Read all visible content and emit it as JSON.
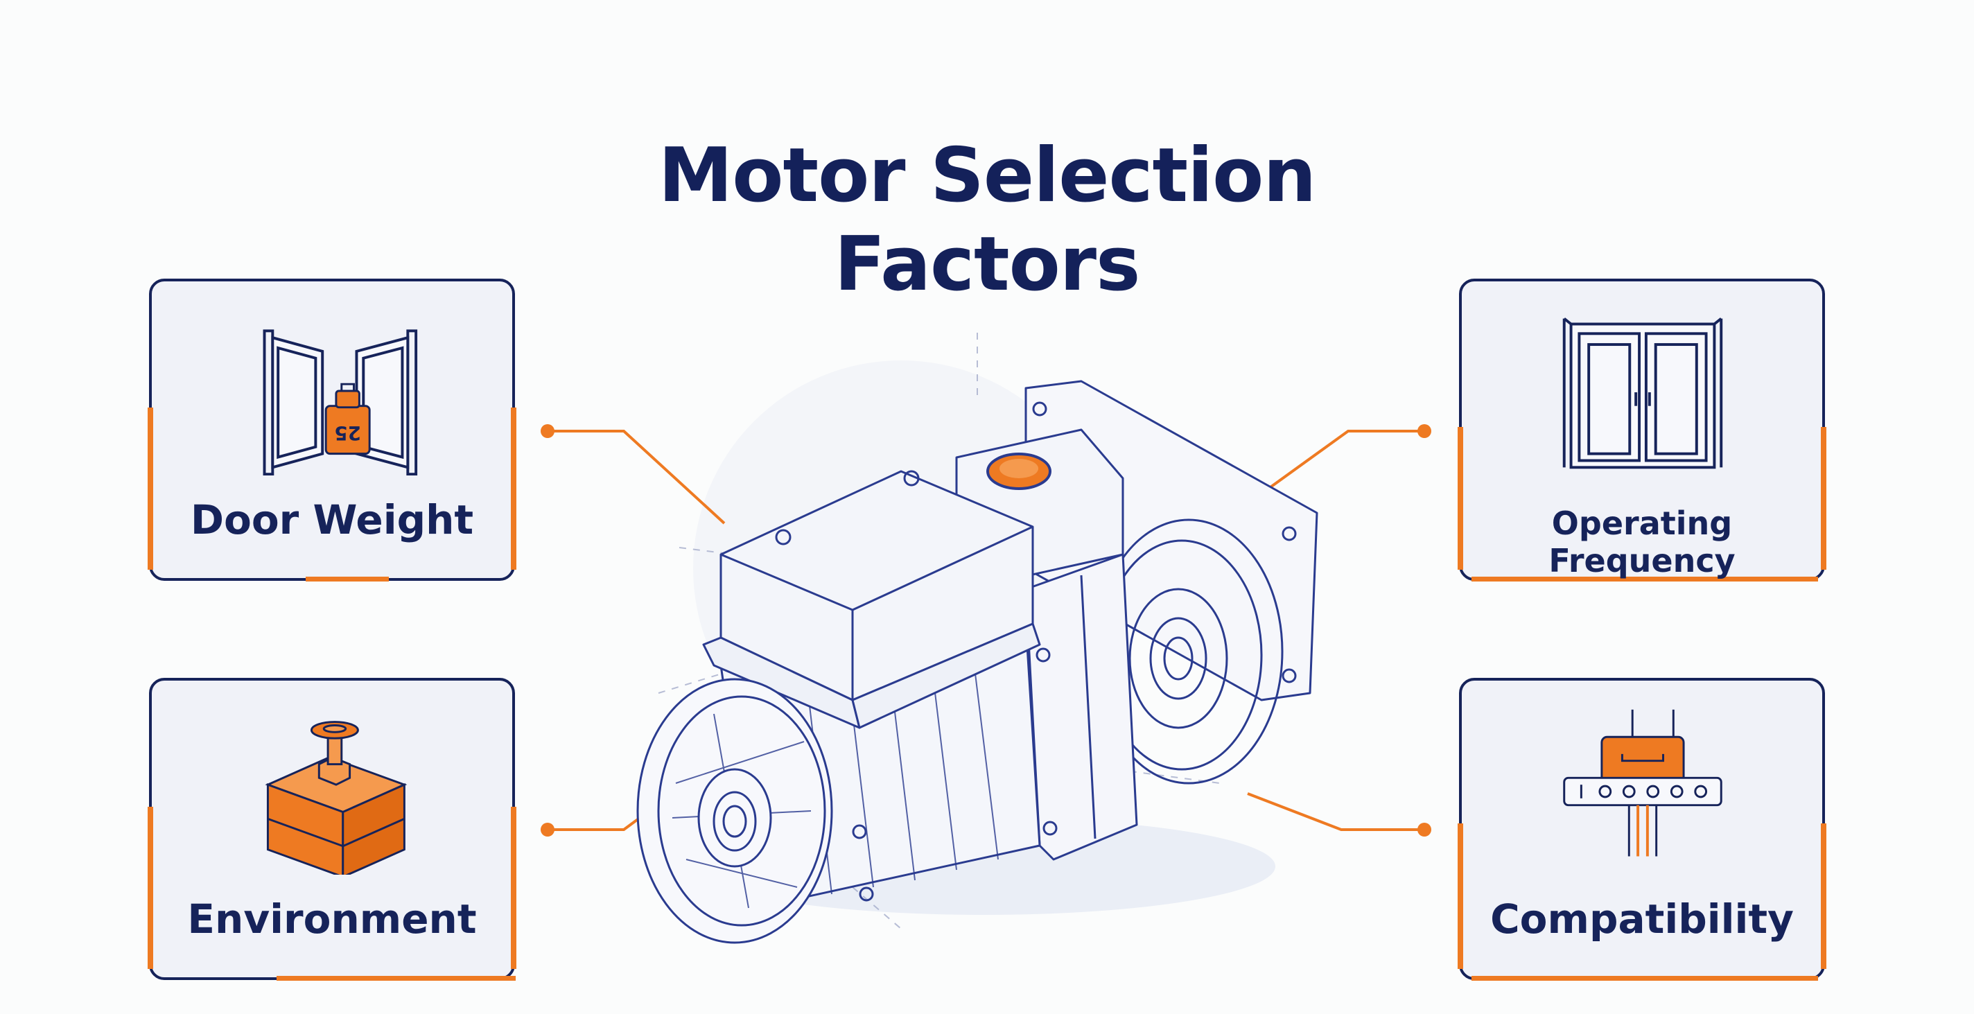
{
  "title": {
    "line1": "Motor Selection",
    "line2": "Factors"
  },
  "factors": [
    {
      "label": "Door Weight",
      "icon": "door-weight-icon",
      "weight_text": "25"
    },
    {
      "label": "Operating Frequency",
      "icon": "double-door-icon"
    },
    {
      "label": "Environment",
      "icon": "box-bolt-icon"
    },
    {
      "label": "Compatibility",
      "icon": "connector-icon"
    }
  ],
  "colors": {
    "navy": "#16235a",
    "orange": "#ee7a22",
    "card": "#f0f2f8",
    "motor": "#2a3b8f"
  }
}
